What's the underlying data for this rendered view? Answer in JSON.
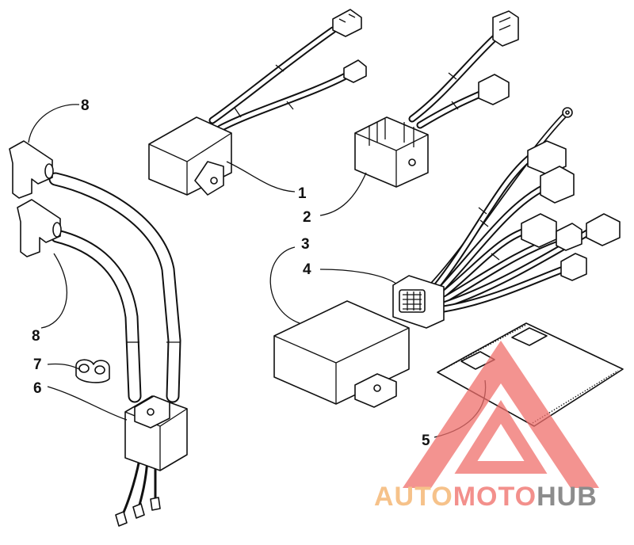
{
  "callouts": [
    {
      "label": "8",
      "part": "spark-plug-cap-upper"
    },
    {
      "label": "1",
      "part": "relay-module"
    },
    {
      "label": "2",
      "part": "voltage-regulator"
    },
    {
      "label": "3",
      "part": "control-unit"
    },
    {
      "label": "4",
      "part": "wiring-harness-connector"
    },
    {
      "label": "8",
      "part": "spark-plug-cap-lower"
    },
    {
      "label": "7",
      "part": "clip"
    },
    {
      "label": "6",
      "part": "ignition-coil"
    },
    {
      "label": "5",
      "part": "pad"
    }
  ],
  "watermark": {
    "word_a": "AUTO",
    "word_b": "MOTO",
    "word_c": "HUB",
    "color_a": "#f6c28a",
    "color_b": "#f3908c",
    "color_c": "#8c8c8c",
    "triangle_color": "#ef6f6c"
  }
}
